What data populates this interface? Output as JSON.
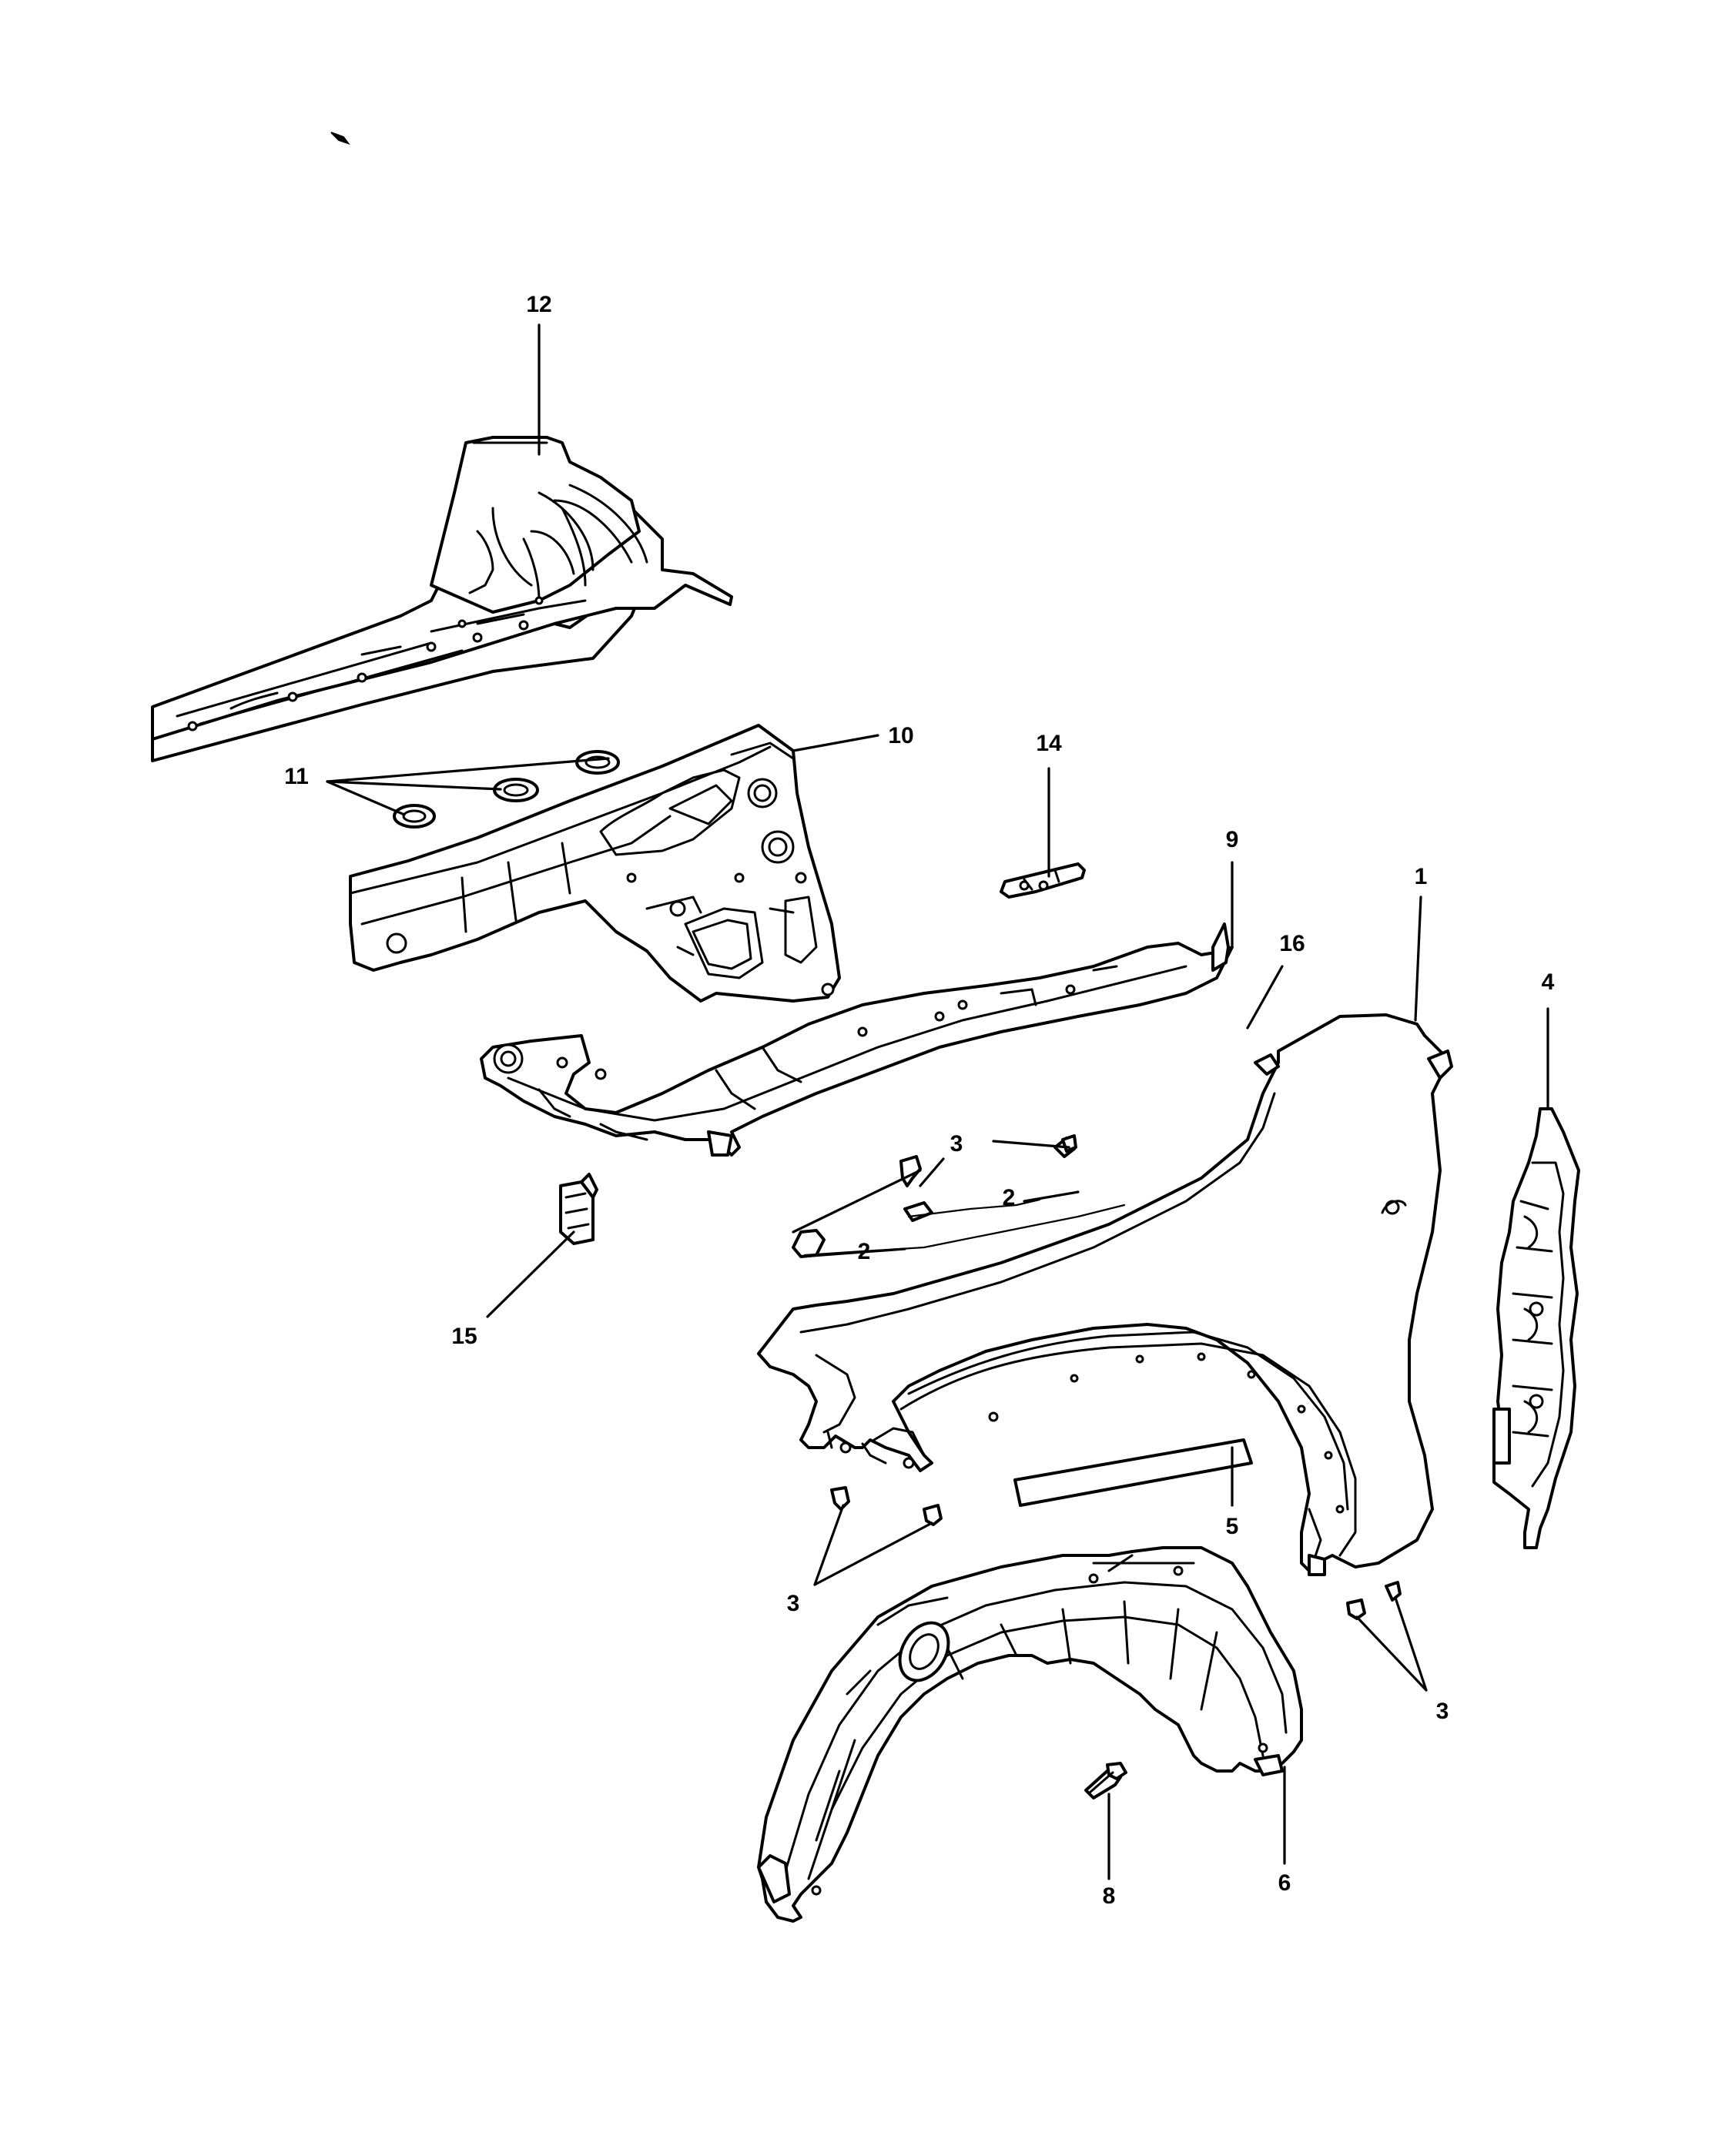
{
  "callouts": {
    "c1": "1",
    "c2a": "2",
    "c2b": "2",
    "c3a": "3",
    "c3b": "3",
    "c3c": "3",
    "c4": "4",
    "c5": "5",
    "c6": "6",
    "c8": "8",
    "c9": "9",
    "c10": "10",
    "c11": "11",
    "c12": "12",
    "c14": "14",
    "c15": "15",
    "c16": "16"
  }
}
